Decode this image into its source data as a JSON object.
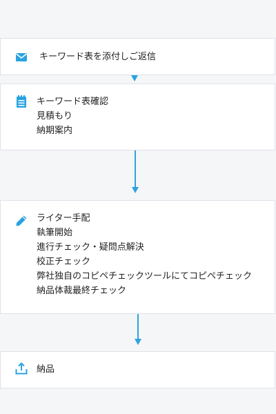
{
  "steps": [
    {
      "icon": "envelope-icon",
      "lines": [
        "キーワード表を添付しご返信"
      ]
    },
    {
      "icon": "notepad-icon",
      "lines": [
        "キーワード表確認",
        "見積もり",
        "納期案内"
      ]
    },
    {
      "icon": "pencil-icon",
      "lines": [
        "ライター手配",
        "執筆開始",
        "進行チェック・疑問点解決",
        "校正チェック",
        "弊社独自のコピペチェックツールにてコピペチェック",
        "納品体裁最終チェック"
      ]
    },
    {
      "icon": "upload-icon",
      "lines": [
        "納品"
      ]
    }
  ],
  "colors": {
    "accent": "#2aa3e0",
    "card_border": "#dde2e8",
    "background": "#f5f6f8"
  }
}
